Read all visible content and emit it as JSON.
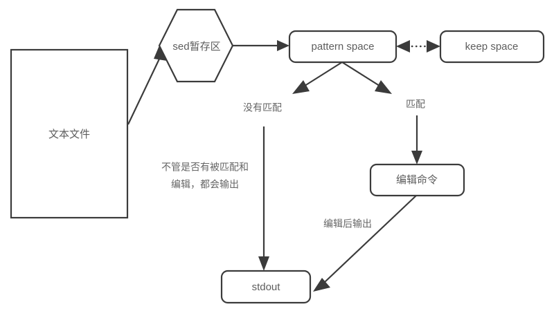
{
  "diagram": {
    "title": "sed processing flow",
    "background": "#ffffff",
    "stroke_color": "#3b3b3b",
    "text_color": "#5d5d5d",
    "nodes": [
      {
        "id": "text-file",
        "label": "文本文件",
        "shape": "rectangle"
      },
      {
        "id": "sed-buffer",
        "label": "sed暂存区",
        "shape": "hexagon"
      },
      {
        "id": "pattern-space",
        "label": "pattern space",
        "shape": "rounded-rectangle"
      },
      {
        "id": "keep-space",
        "label": "keep space",
        "shape": "rounded-rectangle"
      },
      {
        "id": "edit-command",
        "label": "编辑命令",
        "shape": "rounded-rectangle"
      },
      {
        "id": "stdout",
        "label": "stdout",
        "shape": "rounded-rectangle"
      }
    ],
    "edge_labels": [
      {
        "id": "no-match",
        "text": "没有匹配"
      },
      {
        "id": "match",
        "text": "匹配"
      },
      {
        "id": "always-output",
        "line1": "不管是否有被匹配和",
        "line2": "编辑，都会输出"
      },
      {
        "id": "after-edit",
        "text": "编辑后输出"
      }
    ]
  }
}
